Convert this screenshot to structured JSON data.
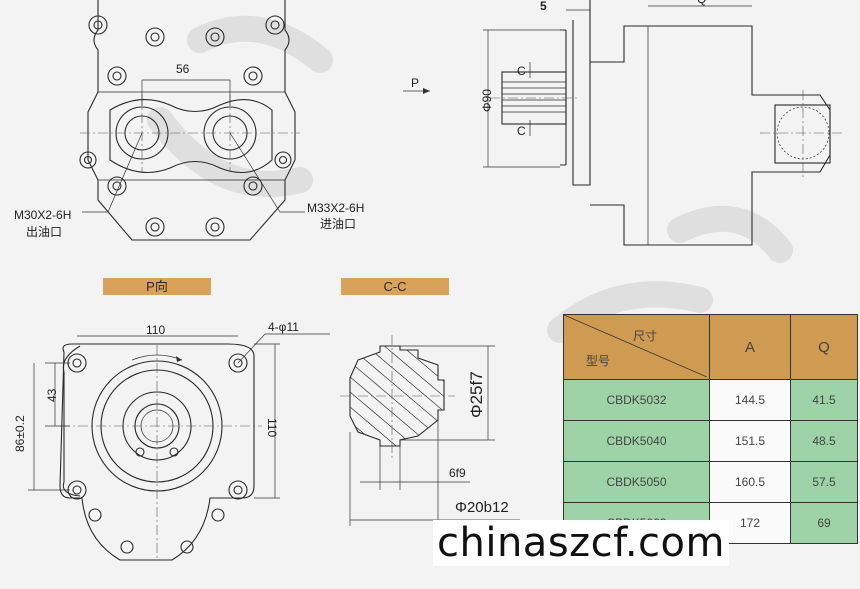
{
  "labels": {
    "dim_56": "56",
    "port_out_thread": "M30X2-6H",
    "port_out_name": "出油口",
    "port_in_thread": "M33X2-6H",
    "port_in_name": "进油口",
    "arrow_p": "P",
    "dim_5": "5",
    "dim_q": "Q",
    "dim_phi90": "Φ90",
    "section_c_top": "C",
    "section_c_bottom": "C",
    "view_p": "P向",
    "view_cc": "C-C",
    "dim_110_top": "110",
    "dim_holes": "4-φ11",
    "dim_43": "43",
    "dim_86": "86±0.2",
    "dim_110_side": "110",
    "dim_phi25": "Φ25f7",
    "dim_6f9": "6f9",
    "dim_phi20": "Φ20b12"
  },
  "table": {
    "corner_top": "尺寸",
    "corner_bottom": "型号",
    "col_a": "A",
    "col_q": "Q",
    "rows": [
      {
        "model": "CBDK5032",
        "a": "144.5",
        "q": "41.5"
      },
      {
        "model": "CBDK5040",
        "a": "151.5",
        "q": "48.5"
      },
      {
        "model": "CBDK5050",
        "a": "160.5",
        "q": "57.5"
      },
      {
        "model": "CBDK5063",
        "a": "172",
        "q": "69"
      }
    ]
  },
  "watermark": "chinaszcf.com",
  "colors": {
    "label_fill": "#d9a25a",
    "table_header": "#cf9a52",
    "table_green": "#9ed3a8"
  }
}
